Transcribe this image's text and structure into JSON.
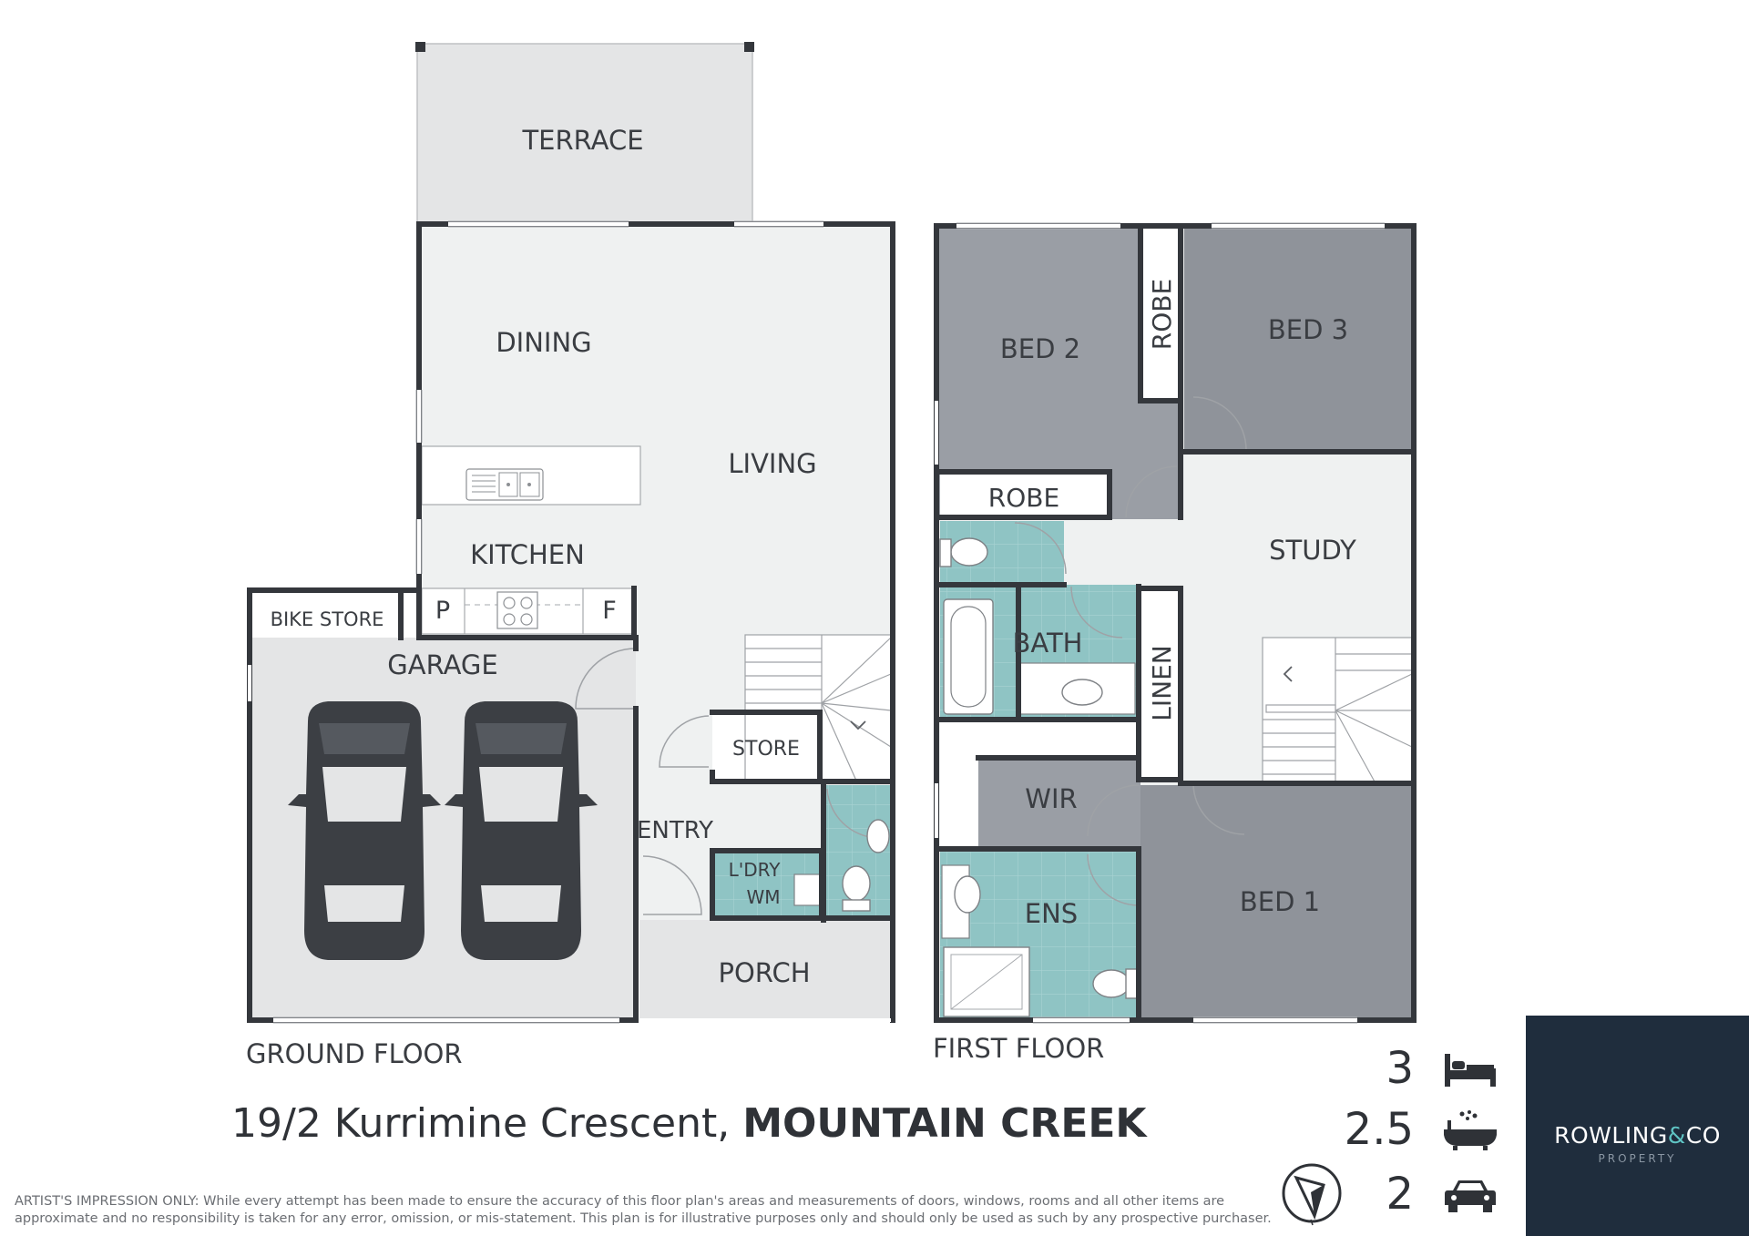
{
  "ground_floor": {
    "caption": "GROUND FLOOR",
    "rooms": {
      "terrace": "TERRACE",
      "dining": "DINING",
      "living": "LIVING",
      "kitchen": "KITCHEN",
      "pantry": "P",
      "fridge": "F",
      "bike_store": "BIKE STORE",
      "garage": "GARAGE",
      "store": "STORE",
      "entry": "ENTRY",
      "laundry": "L'DRY",
      "washing_machine": "WM",
      "porch": "PORCH"
    }
  },
  "first_floor": {
    "caption": "FIRST FLOOR",
    "rooms": {
      "bed2": "BED 2",
      "robe_vertical": "ROBE",
      "bed3": "BED 3",
      "robe_horizontal": "ROBE",
      "study": "STUDY",
      "bath": "BATH",
      "linen": "LINEN",
      "wir": "WIR",
      "ens": "ENS",
      "bed1": "BED 1"
    }
  },
  "address": {
    "street": "19/2 Kurrimine Crescent,",
    "suburb": "MOUNTAIN CREEK"
  },
  "stats": {
    "bedrooms": "3",
    "bathrooms": "2.5",
    "car_spaces": "2"
  },
  "brand": {
    "name_left": "ROWLING",
    "name_amp": "&",
    "name_right": "CO",
    "sub": "PROPERTY"
  },
  "disclaimer": "ARTIST'S IMPRESSION ONLY: While every attempt has been made to ensure the accuracy of this floor plan's areas and measurements of doors, windows, rooms and all other items are approximate and no responsibility is taken for any error, omission, or mis-statement. This plan is for illustrative purposes only and should only be used as such by any prospective purchaser.",
  "icons": {
    "bed": "bed-icon",
    "bath": "bathtub-icon",
    "car": "car-icon",
    "compass": "north-compass-icon"
  },
  "colors": {
    "wall": "#34373c",
    "living_floor": "#eff1f1",
    "outdoor_floor": "#e4e5e6",
    "bedroom_floor": "#9a9ea5",
    "bed_dark": "#8f939a",
    "wet_area": "#8fc4c4",
    "brand_bg": "#1f2d3d",
    "brand_accent": "#5fc4c4"
  }
}
